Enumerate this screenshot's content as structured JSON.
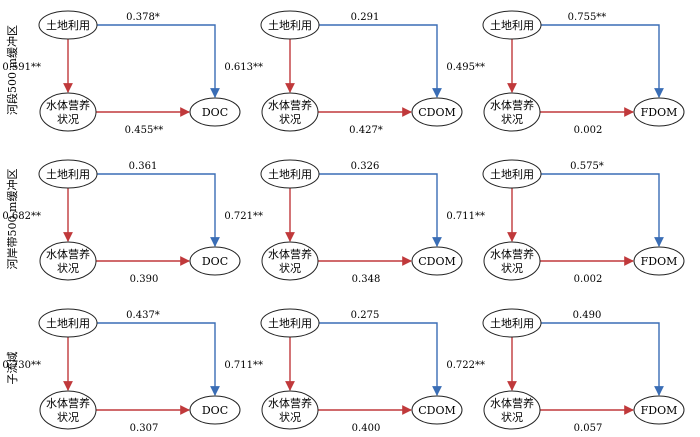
{
  "colors": {
    "blue_arrow": "#3a6db5",
    "red_arrow": "#c0393b",
    "node_stroke": "#222222"
  },
  "node_labels": {
    "land_use": "土地利用",
    "water_line1": "水体营养",
    "water_line2": "状况"
  },
  "rows": [
    {
      "label": "河段500 m缓冲区",
      "panels": [
        {
          "target": "DOC",
          "top": "0.378*",
          "left": "0.591**",
          "bottom": "0.455**"
        },
        {
          "target": "CDOM",
          "top": "0.291",
          "left": "0.613**",
          "bottom": "0.427*"
        },
        {
          "target": "FDOM",
          "top": "0.755**",
          "left": "0.495**",
          "bottom": "0.002"
        }
      ]
    },
    {
      "label": "河岸带500 m缓冲区",
      "panels": [
        {
          "target": "DOC",
          "top": "0.361",
          "left": "0.682**",
          "bottom": "0.390"
        },
        {
          "target": "CDOM",
          "top": "0.326",
          "left": "0.721**",
          "bottom": "0.348"
        },
        {
          "target": "FDOM",
          "top": "0.575*",
          "left": "0.711**",
          "bottom": "0.002"
        }
      ]
    },
    {
      "label": "子流域",
      "panels": [
        {
          "target": "DOC",
          "top": "0.437*",
          "left": "0.730**",
          "bottom": "0.307"
        },
        {
          "target": "CDOM",
          "top": "0.275",
          "left": "0.711**",
          "bottom": "0.400"
        },
        {
          "target": "FDOM",
          "top": "0.490",
          "left": "0.722**",
          "bottom": "0.057"
        }
      ]
    }
  ]
}
